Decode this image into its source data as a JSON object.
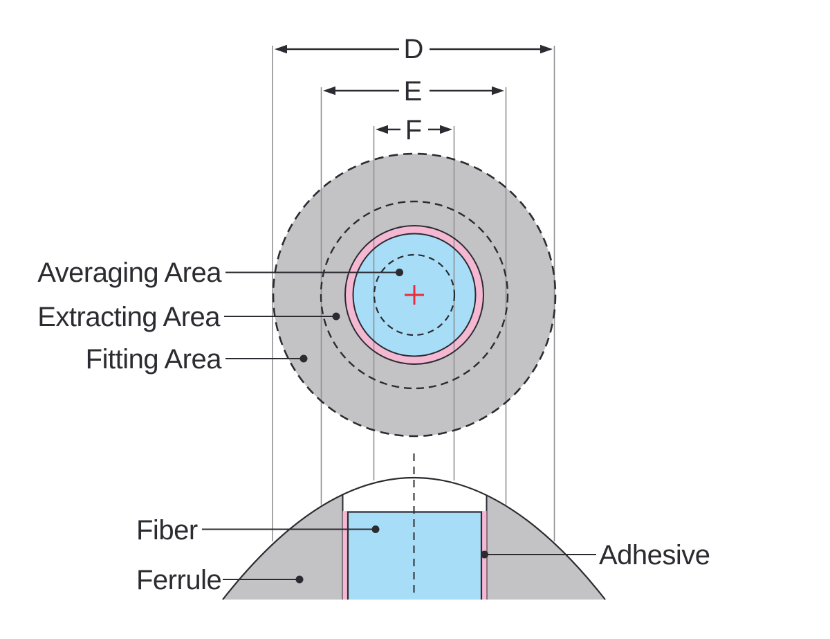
{
  "figure": {
    "dimensions": {
      "outer": "D",
      "middle": "E",
      "inner": "F"
    },
    "area_labels": {
      "averaging": "Averaging Area",
      "extracting": "Extracting Area",
      "fitting": "Fitting Area"
    },
    "part_labels": {
      "fiber": "Fiber",
      "ferrule": "Ferrule",
      "adhesive": "Adhesive"
    },
    "colors": {
      "ferrule_gray": "#c3c3c5",
      "fiber_blue": "#a8ddf7",
      "adhesive_pink": "#f5b8d2",
      "line_dark": "#2b2b31",
      "guide_gray": "#8f8f92",
      "center_mark_red": "#ee2b38",
      "background": "#ffffff"
    }
  }
}
